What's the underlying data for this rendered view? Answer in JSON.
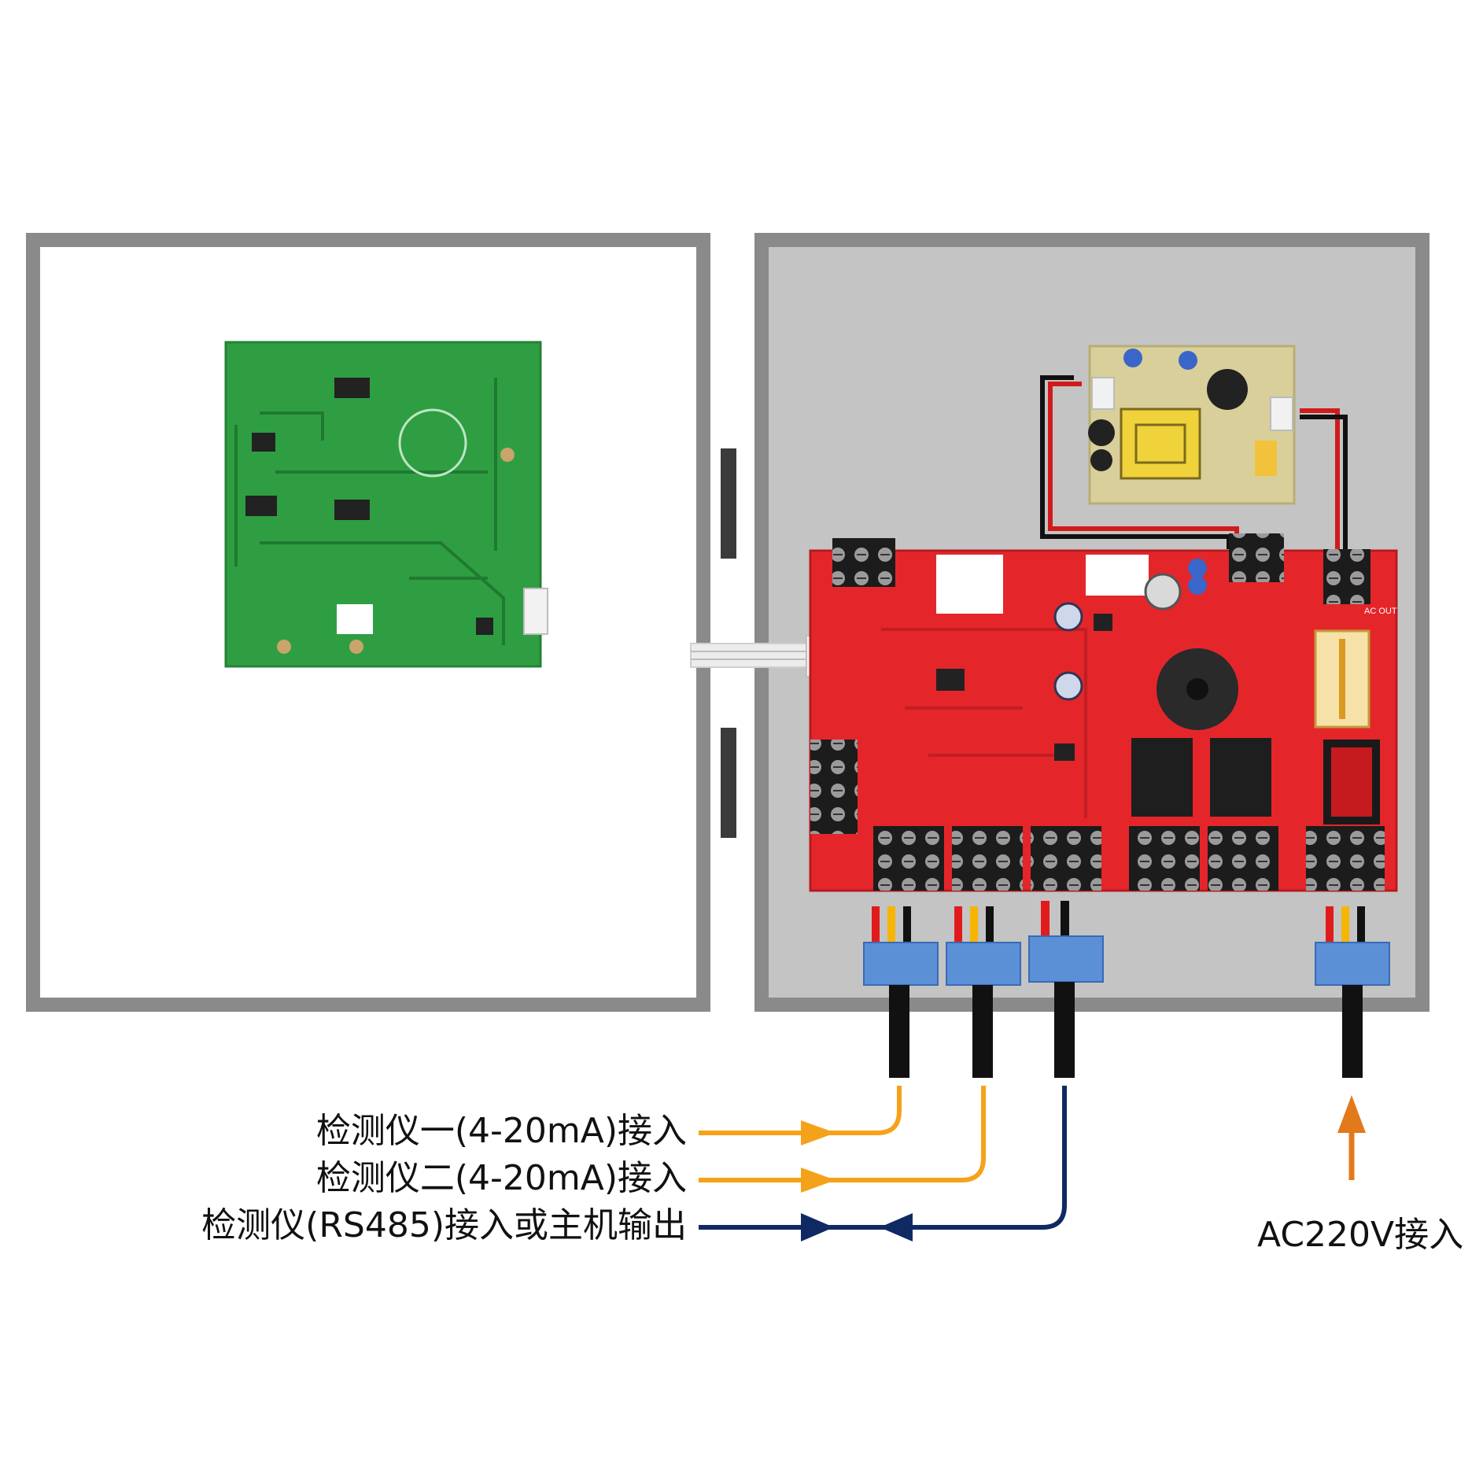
{
  "labels": {
    "detector_one": "检测仪一(4-20mA)接入",
    "detector_two": "检测仪二(4-20mA)接入",
    "detector_rs485": "检测仪(RS485)接入或主机输出",
    "power_in": "AC220V接入"
  },
  "board_markings": {
    "ac_out": "AC OUT"
  },
  "colors": {
    "analog_line": "#f5a21b",
    "rs485_line": "#0f2a63",
    "power_arrow": "#e27a1c",
    "main_board": "#e4262b",
    "display_board": "#2f9e42",
    "connector": "#5b8fd6",
    "enclosure_frame": "#8a8a8a",
    "enclosure_panel": "#c4c4c4"
  },
  "icons": [
    "terminal-block-icon",
    "buzzer-icon",
    "relay-icon",
    "rocker-switch-icon",
    "fuse-icon",
    "transformer-icon",
    "capacitor-icon",
    "arrow-icon"
  ]
}
